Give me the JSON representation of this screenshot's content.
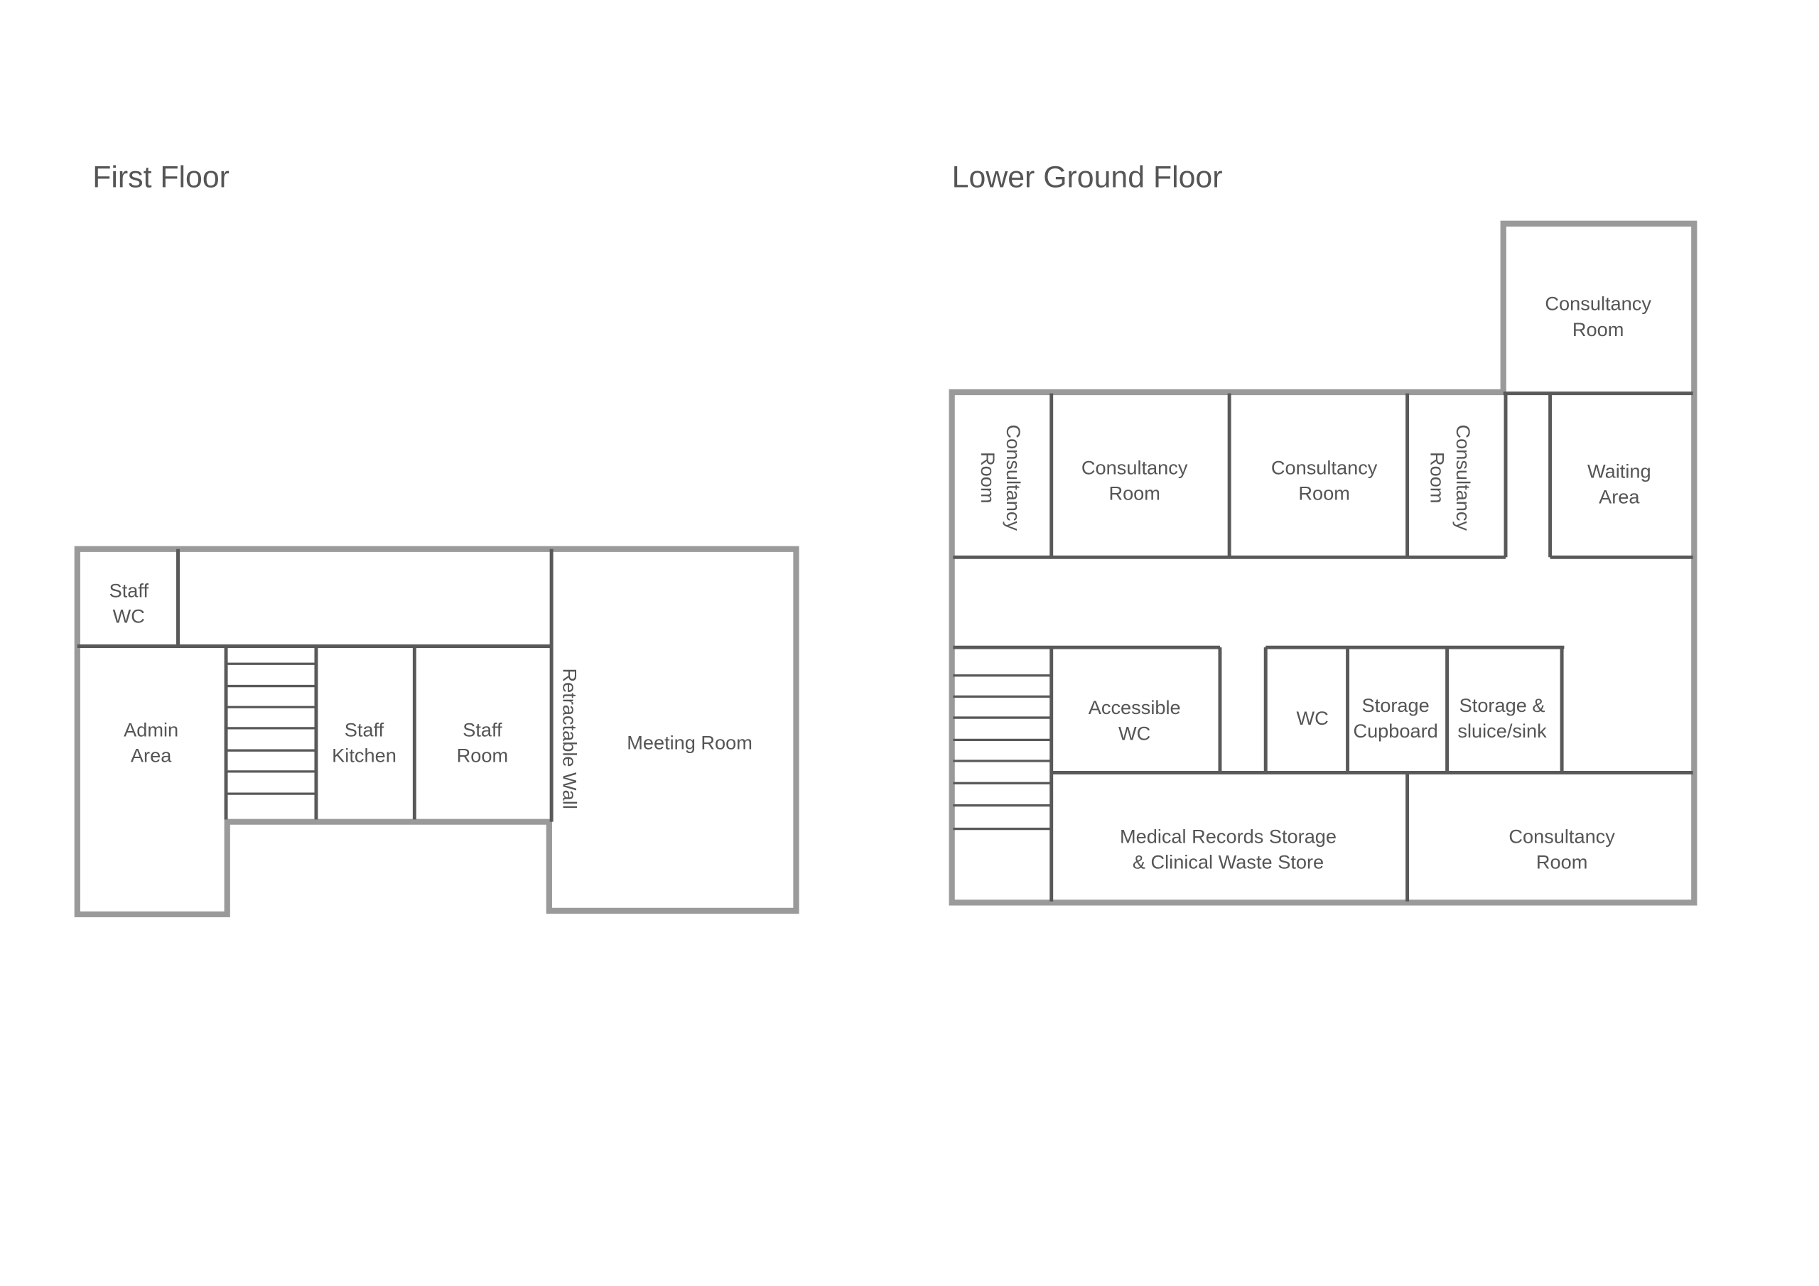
{
  "first_floor": {
    "title": "First Floor",
    "rooms": [
      {
        "lines": [
          "Staff",
          "WC"
        ]
      },
      {
        "lines": [
          "Admin",
          "Area"
        ]
      },
      {
        "lines": [
          "Staff",
          "Kitchen"
        ]
      },
      {
        "lines": [
          "Staff",
          "Room"
        ]
      },
      {
        "lines": [
          "Retractable Wall"
        ]
      },
      {
        "lines": [
          "Meeting Room"
        ]
      }
    ]
  },
  "lower_ground_floor": {
    "title": "Lower Ground Floor",
    "rooms": [
      {
        "lines": [
          "Consultancy",
          "Room"
        ]
      },
      {
        "lines": [
          "Consultancy",
          "Room"
        ]
      },
      {
        "lines": [
          "Consultancy",
          "Room"
        ]
      },
      {
        "lines": [
          "Consultancy",
          "Room"
        ]
      },
      {
        "lines": [
          "Consultancy",
          "Room"
        ]
      },
      {
        "lines": [
          "Waiting",
          "Area"
        ]
      },
      {
        "lines": [
          "Accessible",
          "WC"
        ]
      },
      {
        "lines": [
          "WC"
        ]
      },
      {
        "lines": [
          "Storage",
          "Cupboard"
        ]
      },
      {
        "lines": [
          "Storage &",
          "sluice/sink"
        ]
      },
      {
        "lines": [
          "Medical Records Storage",
          "& Clinical Waste Store"
        ]
      },
      {
        "lines": [
          "Consultancy",
          "Room"
        ]
      }
    ]
  },
  "colors": {
    "outer_wall": "#9a9a9a",
    "inner_wall": "#595959",
    "text": "#555555"
  }
}
